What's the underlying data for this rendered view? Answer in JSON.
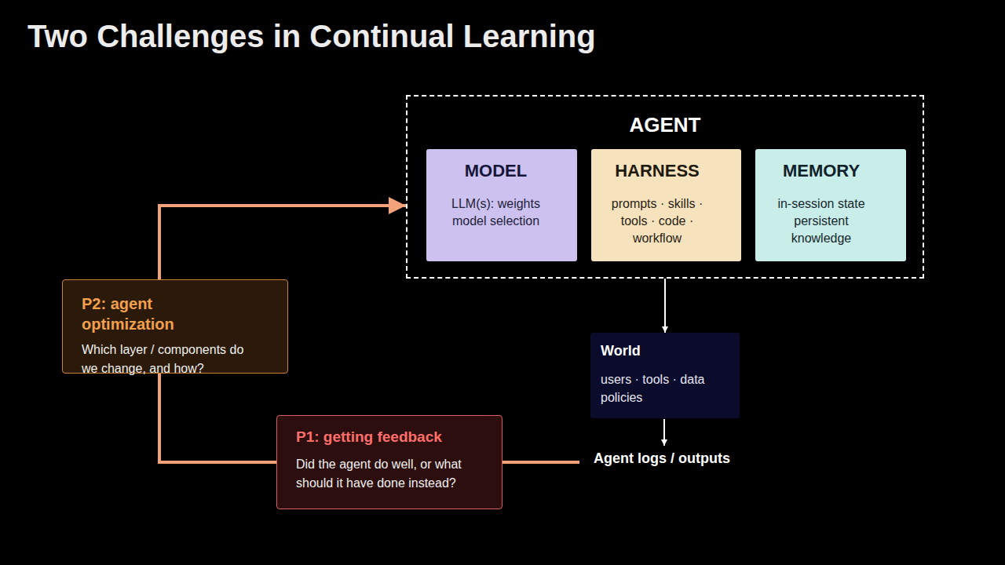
{
  "diagram": {
    "title": "Two Challenges in Continual Learning",
    "nodes": [
      {
        "text": [
          "AGENT"
        ]
      },
      {
        "text": [
          "MODEL",
          "LLM(s): weights model selection"
        ],
        "in": 0
      },
      {
        "text": [
          "HARNESS",
          "prompts · skills · tools · code · workflow"
        ],
        "in": 0
      },
      {
        "text": [
          "MEMORY",
          "in-session state persistent knowledge"
        ],
        "in": 0
      },
      {
        "text": [
          "P2: agent optimization",
          "Which layer / components do we change, and how?"
        ]
      },
      {
        "text": [
          "World",
          "users · tools · data policies"
        ]
      },
      {
        "text": [
          "P1: getting feedback",
          "Did the agent do well, or what should it have done instead?"
        ]
      }
    ],
    "edges": [
      {
        "from": 0,
        "to": 5,
        "arrow": "to"
      },
      {
        "from": 6,
        "to": 4,
        "arrow": "none"
      },
      {
        "from": 4,
        "to": 0,
        "arrow": "to"
      }
    ],
    "labels": [
      "Agent logs / outputs"
    ]
  }
}
